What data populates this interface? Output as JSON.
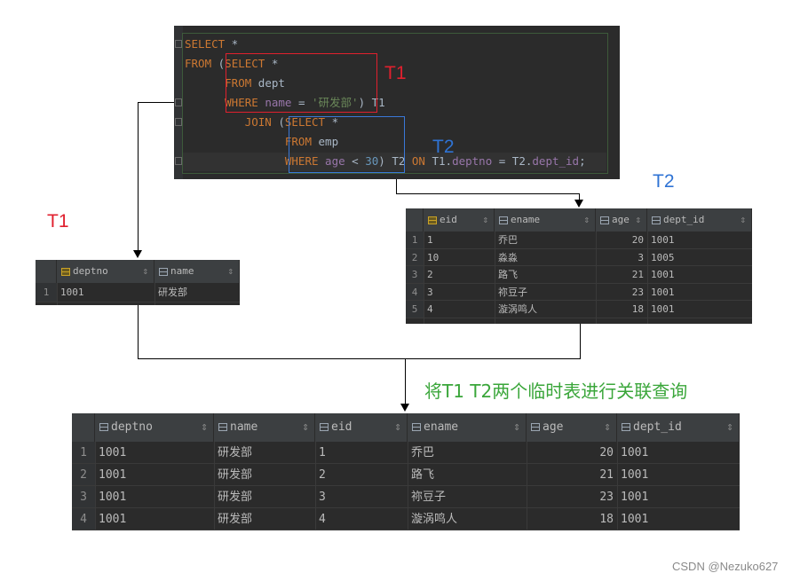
{
  "editor": {
    "lines": [
      [
        {
          "t": "SELECT",
          "c": "kw"
        },
        {
          "t": " *",
          "c": ""
        }
      ],
      [
        {
          "t": "FROM",
          "c": "kw"
        },
        {
          "t": " (",
          "c": ""
        },
        {
          "t": "SELECT",
          "c": "kw"
        },
        {
          "t": " *",
          "c": ""
        }
      ],
      [
        {
          "t": "      FROM",
          "c": "kw"
        },
        {
          "t": " dept",
          "c": ""
        }
      ],
      [
        {
          "t": "      WHERE",
          "c": "kw"
        },
        {
          "t": " ",
          "c": ""
        },
        {
          "t": "name",
          "c": "fld"
        },
        {
          "t": " = ",
          "c": ""
        },
        {
          "t": "'研发部'",
          "c": "str"
        },
        {
          "t": ") T1",
          "c": ""
        }
      ],
      [
        {
          "t": "         JOIN",
          "c": "kw"
        },
        {
          "t": " (",
          "c": ""
        },
        {
          "t": "SELECT",
          "c": "kw"
        },
        {
          "t": " *",
          "c": ""
        }
      ],
      [
        {
          "t": "               FROM",
          "c": "kw"
        },
        {
          "t": " emp",
          "c": ""
        }
      ],
      [
        {
          "t": "               WHERE",
          "c": "kw"
        },
        {
          "t": " ",
          "c": ""
        },
        {
          "t": "age",
          "c": "fld"
        },
        {
          "t": " < ",
          "c": ""
        },
        {
          "t": "30",
          "c": "num"
        },
        {
          "t": ") T2 ",
          "c": ""
        },
        {
          "t": "ON",
          "c": "kw"
        },
        {
          "t": " T1.",
          "c": ""
        },
        {
          "t": "deptno",
          "c": "fld"
        },
        {
          "t": " = T2.",
          "c": ""
        },
        {
          "t": "dept_id",
          "c": "fld"
        },
        {
          "t": ";",
          "c": ""
        }
      ]
    ]
  },
  "labels": {
    "editor_t1": "T1",
    "editor_t2": "T2",
    "t2_side": "T2",
    "t1_side": "T1",
    "caption": "将T1 T2两个临时表进行关联查询",
    "footer": "CSDN @Nezuko627"
  },
  "colors": {
    "red": "#e0202e",
    "blue": "#2f73d4",
    "green": "#3aa63a",
    "grid_bg": "#2b2b2b",
    "grid_header": "#3c3f41"
  },
  "t1_table": {
    "columns": [
      {
        "label": "deptno",
        "icon": "key-column-icon"
      },
      {
        "label": "name",
        "icon": "column-icon"
      }
    ],
    "rows": [
      {
        "n": "1",
        "cells": [
          "1001",
          "研发部"
        ]
      }
    ]
  },
  "t2_table": {
    "columns": [
      {
        "label": "eid",
        "icon": "key-column-icon"
      },
      {
        "label": "ename",
        "icon": "column-icon"
      },
      {
        "label": "age",
        "icon": "column-icon"
      },
      {
        "label": "dept_id",
        "icon": "column-icon"
      }
    ],
    "rows": [
      {
        "n": "1",
        "cells": [
          "1",
          "乔巴",
          "20",
          "1001"
        ]
      },
      {
        "n": "2",
        "cells": [
          "10",
          "淼淼",
          "3",
          "1005"
        ]
      },
      {
        "n": "3",
        "cells": [
          "2",
          "路飞",
          "21",
          "1001"
        ]
      },
      {
        "n": "4",
        "cells": [
          "3",
          "祢豆子",
          "23",
          "1001"
        ]
      },
      {
        "n": "5",
        "cells": [
          "4",
          "漩涡鸣人",
          "18",
          "1001"
        ]
      }
    ]
  },
  "result_table": {
    "columns": [
      {
        "label": "deptno",
        "icon": "column-icon"
      },
      {
        "label": "name",
        "icon": "column-icon"
      },
      {
        "label": "eid",
        "icon": "column-icon"
      },
      {
        "label": "ename",
        "icon": "column-icon"
      },
      {
        "label": "age",
        "icon": "column-icon"
      },
      {
        "label": "dept_id",
        "icon": "column-icon"
      }
    ],
    "rows": [
      {
        "n": "1",
        "cells": [
          "1001",
          "研发部",
          "1",
          "乔巴",
          "20",
          "1001"
        ]
      },
      {
        "n": "2",
        "cells": [
          "1001",
          "研发部",
          "2",
          "路飞",
          "21",
          "1001"
        ]
      },
      {
        "n": "3",
        "cells": [
          "1001",
          "研发部",
          "3",
          "祢豆子",
          "23",
          "1001"
        ]
      },
      {
        "n": "4",
        "cells": [
          "1001",
          "研发部",
          "4",
          "漩涡鸣人",
          "18",
          "1001"
        ]
      }
    ]
  },
  "sort_glyph": "⇕"
}
